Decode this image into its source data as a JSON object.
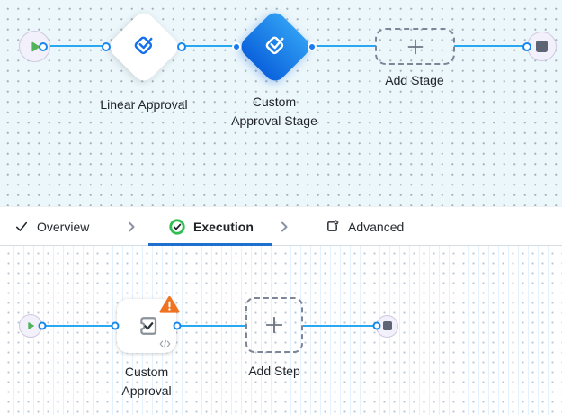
{
  "stage_canvas": {
    "nodes": {
      "start": {
        "icon": "play-icon"
      },
      "linear_approval": {
        "label": "Linear Approval",
        "icon": "approval-check-icon"
      },
      "custom_approval_stage": {
        "label_lines": [
          "Custom",
          "Approval Stage"
        ],
        "icon": "approval-check-icon",
        "selected": true
      },
      "add_stage": {
        "label": "Add Stage",
        "icon": "plus-icon"
      },
      "end": {
        "icon": "stop-icon"
      }
    }
  },
  "tab_bar": {
    "tabs": [
      {
        "label": "Overview",
        "icon": "check-icon",
        "active": false
      },
      {
        "label": "Execution",
        "icon": "check-circle-icon",
        "active": true
      },
      {
        "label": "Advanced",
        "icon": "box-gear-icon",
        "active": false
      }
    ]
  },
  "step_canvas": {
    "nodes": {
      "start": {
        "icon": "play-icon"
      },
      "custom_approval": {
        "label_lines": [
          "Custom",
          "Approval"
        ],
        "icon": "puzzle-check-icon",
        "has_warning": true,
        "warning_icon": "warning-triangle-icon",
        "code_badge_icon": "code-icon"
      },
      "add_step": {
        "label": "Add Step",
        "icon": "plus-icon"
      },
      "end": {
        "icon": "stop-icon"
      }
    }
  },
  "colors": {
    "edge_blue": "#2aa7f1",
    "port_blue": "#1787ed",
    "selected_gradient_top": "#2f9ef3",
    "selected_gradient_bottom": "#0b62dc",
    "approval_icon_blue": "#1470ec",
    "play_green": "#52b35d",
    "success_green": "#2fbe52",
    "warning_orange": "#f07321",
    "active_tab_underline": "#1f6fce",
    "canvas_top_bg": "#ecf7fb"
  }
}
